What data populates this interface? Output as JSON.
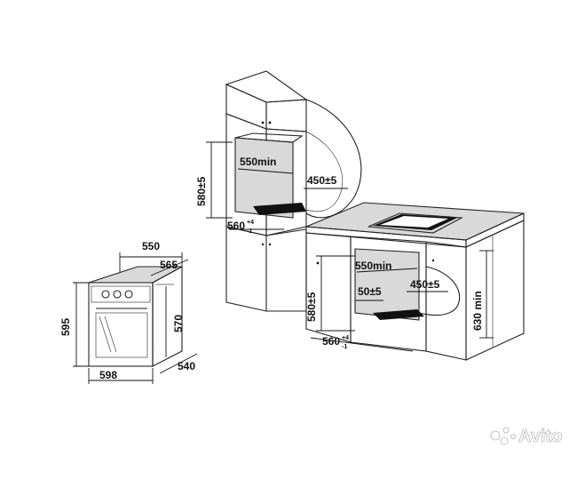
{
  "dimensions": {
    "oven_width": "598",
    "oven_height": "595",
    "oven_depth": "540",
    "oven_total_depth": "565",
    "oven_body_width": "550",
    "oven_front_height": "570",
    "upper_niche_depth": "550min",
    "upper_niche_height": "580±5",
    "upper_vent_depth": "450±5",
    "upper_niche_width": "560",
    "lower_niche_depth": "550min",
    "lower_niche_height": "580±5",
    "lower_vent_depth": "450±5",
    "lower_vent_height": "50±5",
    "lower_niche_width": "560",
    "counter_height": "630 min",
    "tolerance_plus": "+4",
    "tolerance_minus": "-1"
  },
  "watermark": "Avito"
}
